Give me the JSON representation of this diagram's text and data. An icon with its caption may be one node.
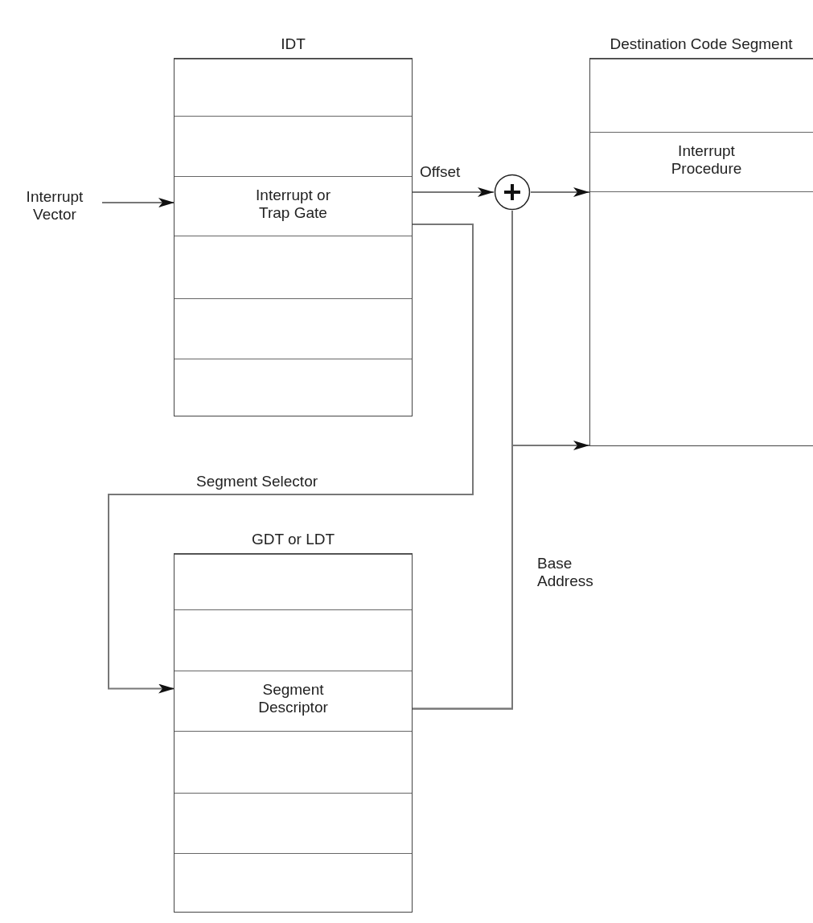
{
  "diagram": {
    "nodes": [
      {
        "text": [
          "IDT"
        ]
      },
      {
        "text": [],
        "shape": "box",
        "in": 0
      },
      {
        "text": [],
        "shape": "box",
        "in": 0
      },
      {
        "text": [
          "Interrupt or Trap Gate"
        ],
        "in": 0
      },
      {
        "text": [],
        "shape": "box",
        "in": 0
      },
      {
        "text": [],
        "shape": "box",
        "in": 0
      },
      {
        "text": [],
        "shape": "box",
        "in": 0
      },
      {
        "text": [
          "Interrupt Vector"
        ]
      },
      {
        "text": [],
        "shape": "circle"
      },
      {
        "text": [
          "Destination Code Segment"
        ]
      },
      {
        "text": [],
        "shape": "box",
        "in": 9
      },
      {
        "text": [
          "Interrupt Procedure"
        ],
        "in": 9
      },
      {
        "text": [],
        "shape": "box",
        "in": 9
      },
      {
        "text": [
          "GDT or LDT"
        ]
      },
      {
        "text": [],
        "shape": "box",
        "in": 13
      },
      {
        "text": [],
        "shape": "box",
        "in": 13
      },
      {
        "text": [
          "Segment Descriptor"
        ],
        "in": 13
      },
      {
        "text": [],
        "shape": "box",
        "in": 13
      },
      {
        "text": [],
        "shape": "box",
        "in": 13
      },
      {
        "text": [],
        "shape": "box",
        "in": 13
      }
    ],
    "edges": [
      {
        "from": 7,
        "to": 3,
        "arrow": "to"
      },
      {
        "from": 3,
        "to": 8,
        "arrow": "to",
        "label": "Offset"
      },
      {
        "from": 8,
        "to": 11,
        "arrow": "to"
      },
      {
        "from": 3,
        "to": 16,
        "arrow": "to",
        "label": "Segment Selector"
      },
      {
        "from": 16,
        "to": 8,
        "arrow": "none",
        "label": "Base Address"
      },
      {
        "from": 16,
        "to": 9,
        "arrow": "to"
      }
    ]
  }
}
